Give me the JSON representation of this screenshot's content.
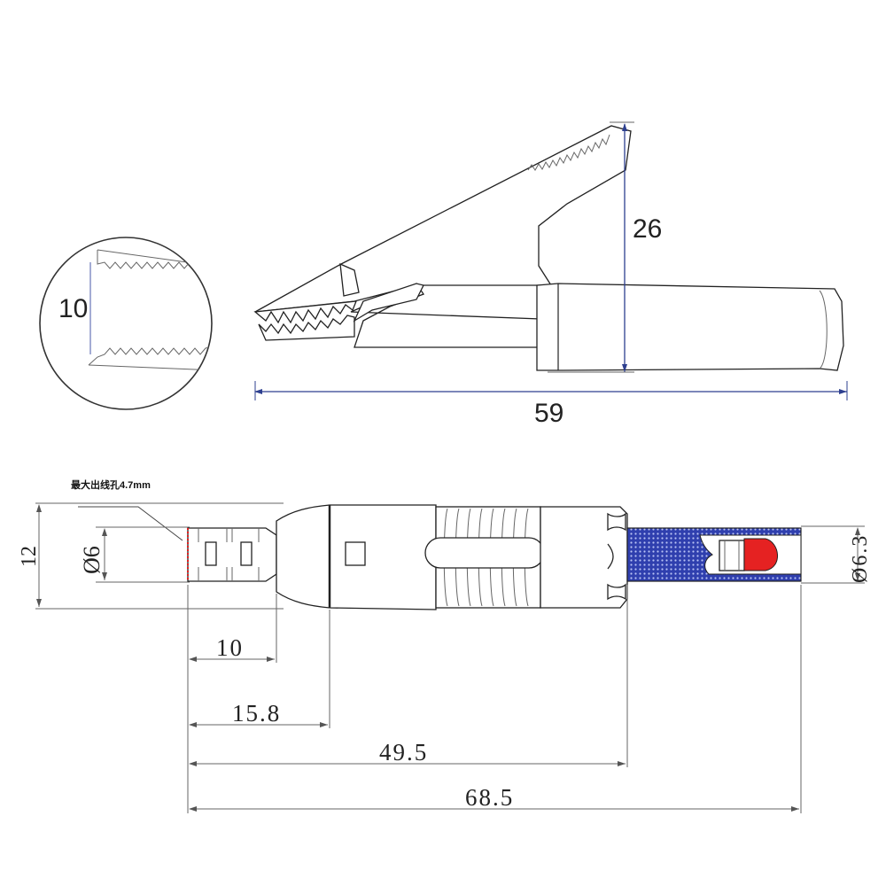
{
  "top_view": {
    "detail_jaw_opening": "10",
    "height_dim": "26",
    "length_dim": "59"
  },
  "side_view": {
    "wire_hole_note": "最大出线孔4.7mm",
    "diameter_left": "Ø6",
    "height_left": "12",
    "diameter_right": "Ø6.3",
    "dims": [
      "10",
      "15.8",
      "49.5",
      "68.5"
    ]
  },
  "colors": {
    "insulation_blue": "#2f3fae",
    "tip_red": "#e52222",
    "dim_line_blue": "#2d3f8f",
    "outline": "#222222"
  }
}
